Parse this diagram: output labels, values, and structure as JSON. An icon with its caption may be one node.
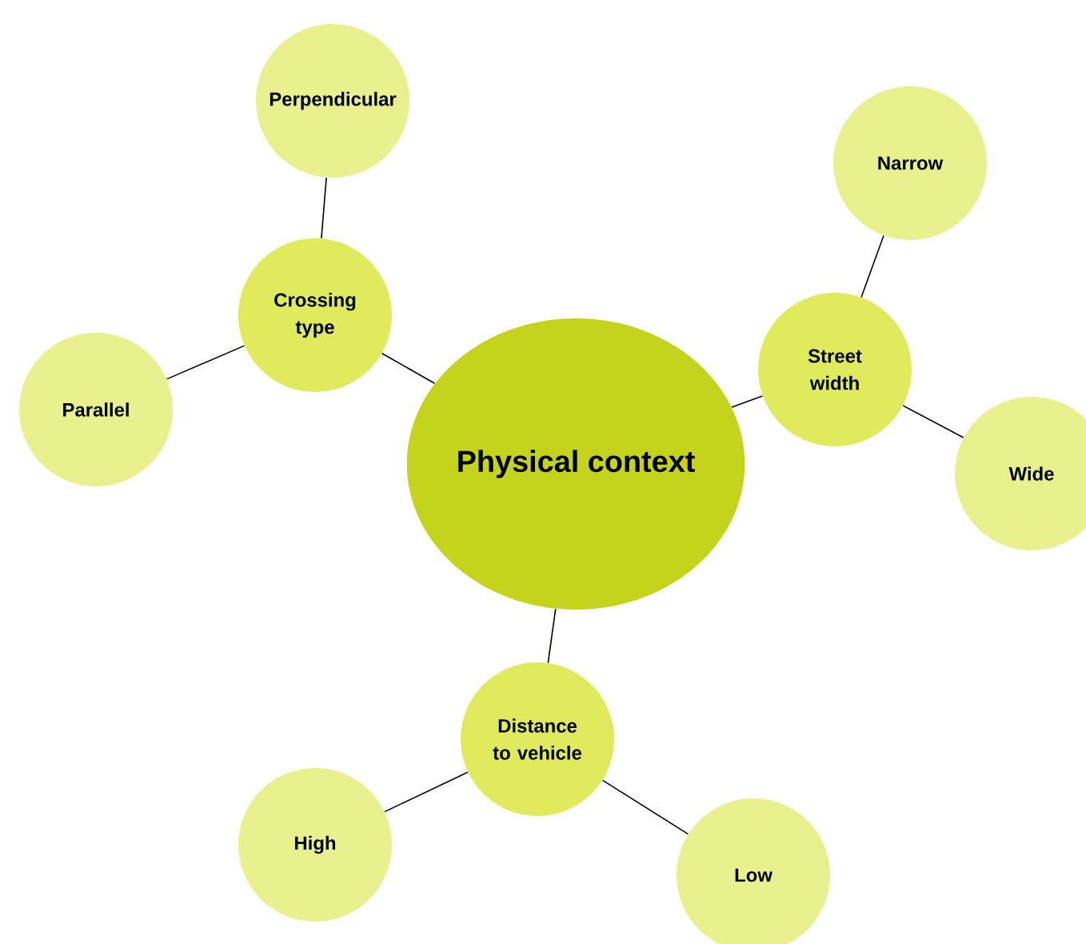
{
  "diagram": {
    "nodes": [
      {
        "text": [
          "Physical context"
        ]
      },
      {
        "text": [
          "Crossing type"
        ]
      },
      {
        "text": [
          "Perpendicular"
        ]
      },
      {
        "text": [
          "Parallel"
        ]
      },
      {
        "text": [
          "Street width"
        ]
      },
      {
        "text": [
          "Narrow"
        ]
      },
      {
        "text": [
          "Wide"
        ]
      },
      {
        "text": [
          "Distance to vehicle"
        ]
      },
      {
        "text": [
          "High"
        ]
      },
      {
        "text": [
          "Low"
        ]
      }
    ],
    "edges": [
      {
        "from": 0,
        "to": 1,
        "arrow": "none"
      },
      {
        "from": 1,
        "to": 2,
        "arrow": "none"
      },
      {
        "from": 1,
        "to": 3,
        "arrow": "none"
      },
      {
        "from": 0,
        "to": 4,
        "arrow": "none"
      },
      {
        "from": 4,
        "to": 5,
        "arrow": "none"
      },
      {
        "from": 4,
        "to": 6,
        "arrow": "none"
      },
      {
        "from": 0,
        "to": 7,
        "arrow": "none"
      },
      {
        "from": 7,
        "to": 8,
        "arrow": "none"
      },
      {
        "from": 7,
        "to": 9,
        "arrow": "none"
      }
    ]
  }
}
